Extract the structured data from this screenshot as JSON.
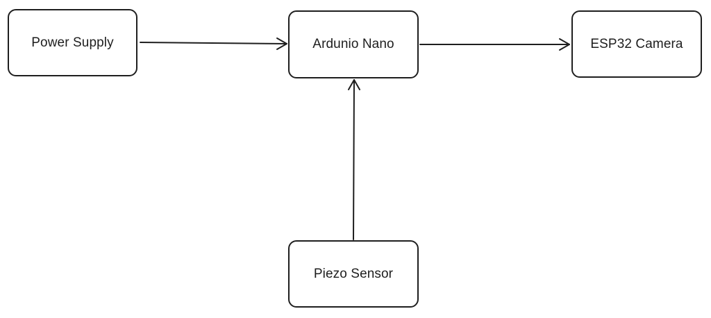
{
  "diagram": {
    "nodes": {
      "power_supply": "Power Supply",
      "arduino_nano": "Ardunio Nano",
      "esp32_camera": "ESP32 Camera",
      "piezo_sensor": "Piezo Sensor"
    },
    "edges": [
      {
        "from": "power_supply",
        "to": "arduino_nano"
      },
      {
        "from": "arduino_nano",
        "to": "esp32_camera"
      },
      {
        "from": "piezo_sensor",
        "to": "arduino_nano"
      }
    ],
    "colors": {
      "stroke": "#1e1e1e",
      "background": "#ffffff"
    }
  }
}
